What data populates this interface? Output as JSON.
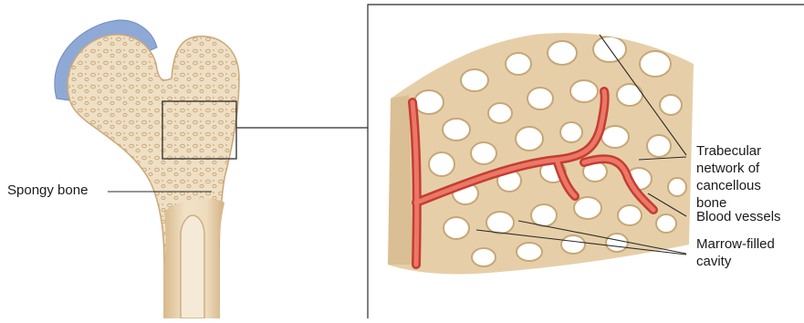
{
  "labels": {
    "spongy_bone": "Spongy bone",
    "trabecular": [
      "Trabecular",
      "network of",
      "cancellous",
      "bone"
    ],
    "blood_vessels": "Blood vessels",
    "marrow": [
      "Marrow-filled",
      "cavity"
    ]
  },
  "colors": {
    "bone": "#eedcbf",
    "bone_shadow": "#d7b98e",
    "cartilage": "#8fa9d6",
    "trabecula": "#e6cfa8",
    "vessel": "#e05a4a",
    "vessel_dark": "#c33e33",
    "line": "#2b2b2b"
  }
}
